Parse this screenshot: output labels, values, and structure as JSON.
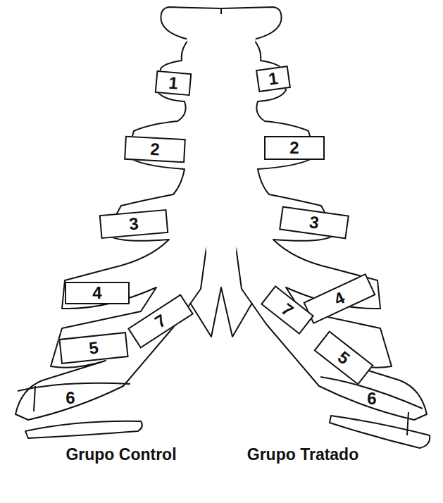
{
  "diagram": {
    "nodes": [
      {
        "text": [
          "1"
        ]
      },
      {
        "text": [
          "2"
        ]
      },
      {
        "text": [
          "3"
        ]
      },
      {
        "text": [
          "4"
        ]
      },
      {
        "text": [
          "5"
        ]
      },
      {
        "text": [
          "6"
        ]
      },
      {
        "text": [
          "7"
        ]
      },
      {
        "text": [
          "1"
        ]
      },
      {
        "text": [
          "2"
        ]
      },
      {
        "text": [
          "3"
        ]
      },
      {
        "text": [
          "4"
        ]
      },
      {
        "text": [
          "5"
        ]
      },
      {
        "text": [
          "6"
        ]
      },
      {
        "text": [
          "7"
        ]
      }
    ],
    "labels": [
      "Grupo Control",
      "Grupo Tratado"
    ]
  }
}
